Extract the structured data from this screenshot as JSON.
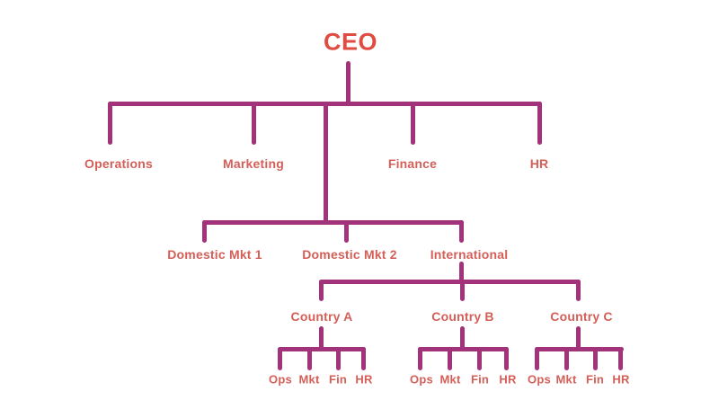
{
  "colors": {
    "connector": "#a2337a",
    "label": "#d45f58",
    "root": "#df4c41",
    "background": "#ffffff"
  },
  "org_chart": {
    "type": "organization-tree",
    "root": "CEO",
    "level1": [
      "Operations",
      "Marketing",
      "Finance",
      "HR"
    ],
    "level2": [
      "Domestic Mkt 1",
      "Domestic Mkt 2",
      "International"
    ],
    "level2_parent": "Marketing",
    "level3": [
      "Country A",
      "Country B",
      "Country C"
    ],
    "level3_parent": "International",
    "leaf_departments": [
      "Ops",
      "Mkt",
      "Fin",
      "HR"
    ]
  }
}
